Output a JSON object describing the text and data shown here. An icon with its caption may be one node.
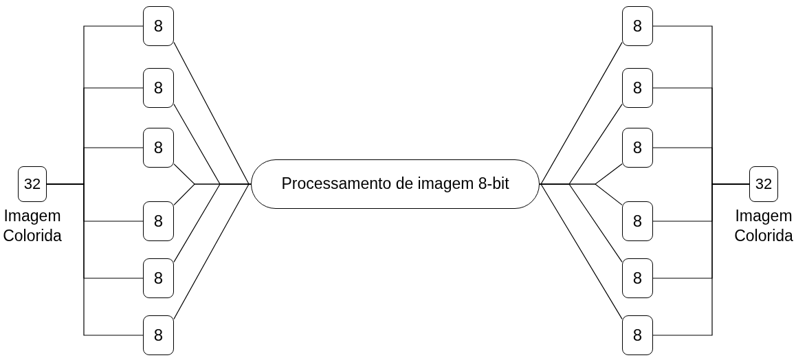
{
  "diagram": {
    "nodes": [
      {
        "text": [
          "32"
        ],
        "beside": [
          "Imagem Colorida"
        ]
      },
      {
        "text": [
          "8"
        ]
      },
      {
        "text": [
          "8"
        ]
      },
      {
        "text": [
          "8"
        ]
      },
      {
        "text": [
          "8"
        ]
      },
      {
        "text": [
          "8"
        ]
      },
      {
        "text": [
          "8"
        ]
      },
      {
        "text": [
          "Processamento de imagem 8-bit"
        ]
      },
      {
        "text": [
          "8"
        ]
      },
      {
        "text": [
          "8"
        ]
      },
      {
        "text": [
          "8"
        ]
      },
      {
        "text": [
          "8"
        ]
      },
      {
        "text": [
          "8"
        ]
      },
      {
        "text": [
          "8"
        ]
      },
      {
        "text": [
          "32"
        ],
        "beside": [
          "Imagem Colorida"
        ]
      }
    ],
    "edges": [
      {
        "from": 0,
        "to": 1,
        "arrow": "none"
      },
      {
        "from": 0,
        "to": 2,
        "arrow": "none"
      },
      {
        "from": 0,
        "to": 3,
        "arrow": "none"
      },
      {
        "from": 0,
        "to": 4,
        "arrow": "none"
      },
      {
        "from": 0,
        "to": 5,
        "arrow": "none"
      },
      {
        "from": 0,
        "to": 6,
        "arrow": "none"
      },
      {
        "from": 1,
        "to": 7,
        "arrow": "none"
      },
      {
        "from": 2,
        "to": 7,
        "arrow": "none"
      },
      {
        "from": 3,
        "to": 7,
        "arrow": "none"
      },
      {
        "from": 4,
        "to": 7,
        "arrow": "none"
      },
      {
        "from": 5,
        "to": 7,
        "arrow": "none"
      },
      {
        "from": 6,
        "to": 7,
        "arrow": "none"
      },
      {
        "from": 7,
        "to": 8,
        "arrow": "none"
      },
      {
        "from": 7,
        "to": 9,
        "arrow": "none"
      },
      {
        "from": 7,
        "to": 10,
        "arrow": "none"
      },
      {
        "from": 7,
        "to": 11,
        "arrow": "none"
      },
      {
        "from": 7,
        "to": 12,
        "arrow": "none"
      },
      {
        "from": 7,
        "to": 13,
        "arrow": "none"
      },
      {
        "from": 8,
        "to": 14,
        "arrow": "none"
      },
      {
        "from": 9,
        "to": 14,
        "arrow": "none"
      },
      {
        "from": 10,
        "to": 14,
        "arrow": "none"
      },
      {
        "from": 11,
        "to": 14,
        "arrow": "none"
      },
      {
        "from": 12,
        "to": 14,
        "arrow": "none"
      },
      {
        "from": 13,
        "to": 14,
        "arrow": "none"
      }
    ]
  }
}
